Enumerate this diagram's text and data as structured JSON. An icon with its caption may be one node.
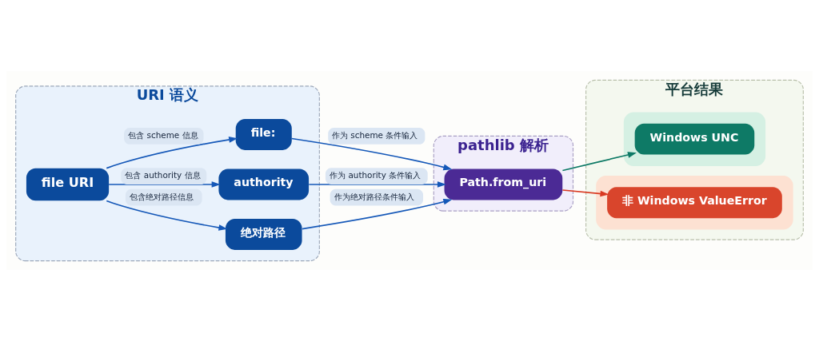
{
  "diagram": {
    "nodes": [
      {
        "text": [
          "URI 语义"
        ]
      },
      {
        "text": [
          "file URI"
        ],
        "in": 0
      },
      {
        "text": [
          "file:"
        ],
        "in": 0
      },
      {
        "text": [
          "authority"
        ],
        "in": 0
      },
      {
        "text": [
          "绝对路径"
        ],
        "in": 0
      },
      {
        "text": [
          "pathlib 解析"
        ]
      },
      {
        "text": [
          "Path.from_uri"
        ],
        "in": 5
      },
      {
        "text": [
          "平台结果"
        ]
      },
      {
        "text": [],
        "shape": "box",
        "in": 7
      },
      {
        "text": [
          "Windows UNC"
        ],
        "in": 8
      },
      {
        "text": [],
        "shape": "box",
        "in": 7
      },
      {
        "text": [
          "非 Windows ValueError"
        ],
        "in": 10
      }
    ],
    "edges": [
      {
        "from": 1,
        "to": 2,
        "arrow": "to",
        "label": "包含 scheme 信息"
      },
      {
        "from": 1,
        "to": 3,
        "arrow": "to",
        "label": "包含 authority 信息"
      },
      {
        "from": 1,
        "to": 4,
        "arrow": "to",
        "label": "包含绝对路径信息"
      },
      {
        "from": 2,
        "to": 6,
        "arrow": "to",
        "label": "作为 scheme 条件输入"
      },
      {
        "from": 3,
        "to": 6,
        "arrow": "to",
        "label": "作为 authority 条件输入"
      },
      {
        "from": 4,
        "to": 6,
        "arrow": "to",
        "label": "作为绝对路径条件输入"
      },
      {
        "from": 6,
        "to": 9,
        "arrow": "to",
        "color": "#0e7a66"
      },
      {
        "from": 6,
        "to": 11,
        "arrow": "to",
        "color": "#d93a22"
      }
    ]
  }
}
